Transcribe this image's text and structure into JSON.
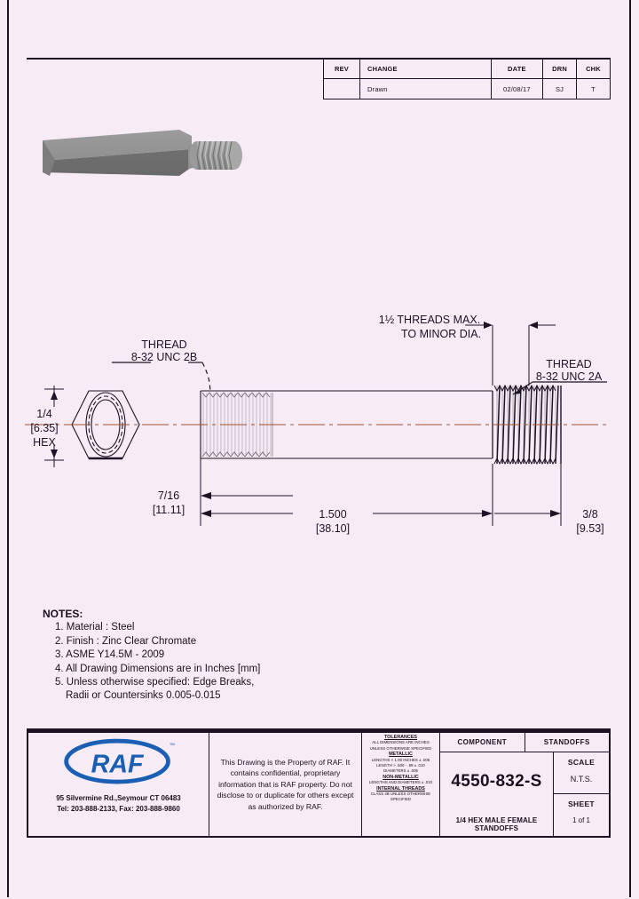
{
  "page": {
    "background": "#f7ecf5",
    "border_color": "#1d1226"
  },
  "revision_table": {
    "headers": [
      "REV",
      "CHANGE",
      "DATE",
      "DRN",
      "CHK"
    ],
    "rows": [
      {
        "rev": "",
        "change": "Drawn",
        "date": "02/08/17",
        "drn": "SJ",
        "chk": "T"
      }
    ]
  },
  "iso_view": {
    "name": "isometric-standoff-render",
    "body_color": "#8c8c8c",
    "top_face_color": "#9a9a9a",
    "thread_color": "#a5a5a5"
  },
  "drawing": {
    "callouts": {
      "thread_female": {
        "line1": "THREAD",
        "line2": "8-32 UNC 2B"
      },
      "thread_male": {
        "line1": "THREAD",
        "line2": "8-32 UNC 2A"
      },
      "threads_max": {
        "line1": "1½ THREADS MAX.",
        "line2": "TO MINOR DIA."
      }
    },
    "dimensions": {
      "hex": {
        "value": "1/4",
        "metric": "[6.35]",
        "note": "HEX"
      },
      "shoulder": {
        "value": "7/16",
        "metric": "[11.11]"
      },
      "body": {
        "value": "1.500",
        "metric": "[38.10]"
      },
      "thread": {
        "value": "3/8",
        "metric": "[9.53]"
      }
    },
    "centerline_color": "#a0522d"
  },
  "notes": {
    "header": "NOTES:",
    "items": [
      "1. Material : Steel",
      "2. Finish : Zinc Clear Chromate",
      "3. ASME Y14.5M - 2009",
      "4. All Drawing Dimensions are in Inches [mm]",
      "5. Unless otherwise specified: Edge Breaks,"
    ],
    "item5_continued": "Radii or Countersinks 0.005-0.015"
  },
  "title_block": {
    "logo_text": "RAF",
    "logo_tm": "™",
    "address_line1": "95 Silvermine Rd.,Seymour CT 06483",
    "address_line2": "Tel: 203-888-2133, Fax: 203-888-9860",
    "disclaimer": "This Drawing is the Property of RAF. It contains confidential, proprietary information that is RAF property. Do not disclose to or duplicate for others except as authorized by RAF.",
    "tolerances": {
      "title": "TOLERANCES",
      "line1": "ALL DIMENSIONS ARE INCHES",
      "line2": "UNLESS OTHERWISE SPECIFIED",
      "metallic_title": "METALLIC",
      "metallic_line1": "LENGTHS < 1.00 INCHES ± .005",
      "metallic_line2": "LENGTH > .500 - .99 ± .010",
      "metallic_line3": "DIAMETERS ± .005",
      "nonmetallic_title": "NON-METALLIC",
      "nonmetallic_line1": "LENGTHS AND DIAMETERS ± .010",
      "threads_title": "INTERNAL THREADS",
      "threads_line1": "CLASS 2B UNLESS OTHERWISE SPECIFIED"
    },
    "component_label": "COMPONENT",
    "component_type": "STANDOFFS",
    "part_number": "4550-832-S",
    "description": "1/4 HEX MALE FEMALE STANDOFFS",
    "scale_label": "SCALE",
    "scale_value": "N.T.S.",
    "sheet_label": "SHEET",
    "sheet_value": "1 of 1"
  }
}
